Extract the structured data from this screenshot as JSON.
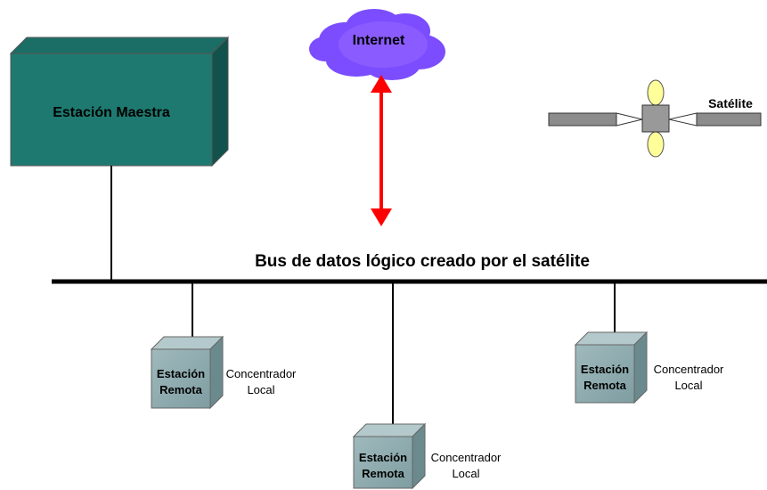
{
  "master_station": {
    "label": "Estación Maestra",
    "color": "#1e7a70"
  },
  "internet": {
    "label": "Internet",
    "color": "#7b4dff"
  },
  "satellite": {
    "label": "Satélite"
  },
  "bus": {
    "label": "Bus de datos lógico creado por el satélite"
  },
  "arrow": {
    "color": "#ff0000"
  },
  "remote_stations": [
    {
      "line1": "Estación",
      "line2": "Remota",
      "concentrator1": "Concentrador",
      "concentrator2": "Local"
    },
    {
      "line1": "Estación",
      "line2": "Remota",
      "concentrator1": "Concentrador",
      "concentrator2": "Local"
    },
    {
      "line1": "Estación",
      "line2": "Remota",
      "concentrator1": "Concentrador",
      "concentrator2": "Local"
    }
  ]
}
